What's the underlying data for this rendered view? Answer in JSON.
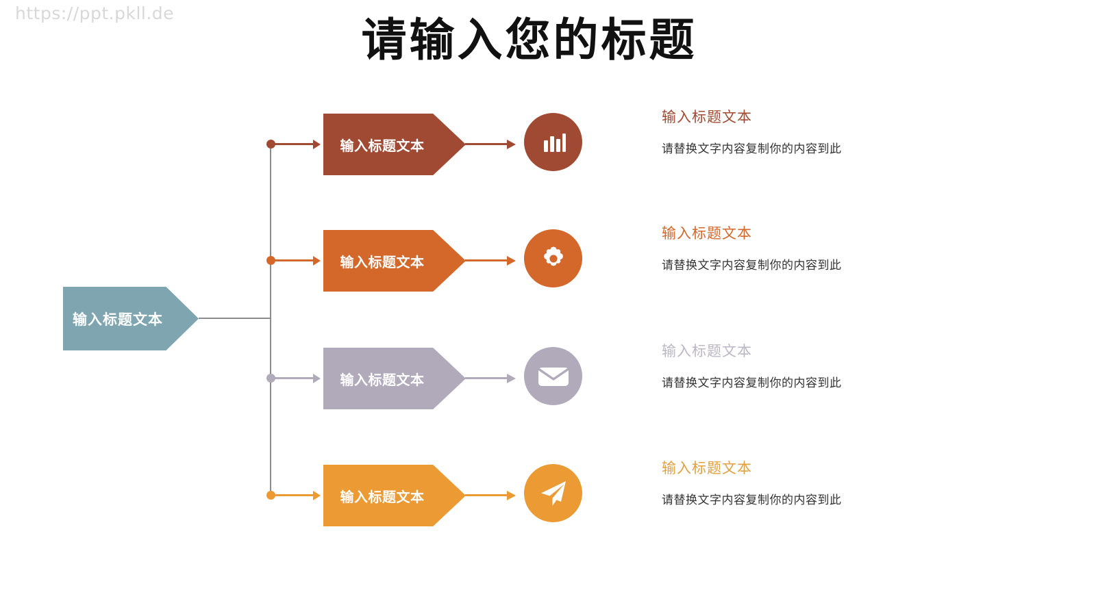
{
  "watermark": "https://ppt.pkll.de",
  "title": "请输入您的标题",
  "root": {
    "label": "输入标题文本",
    "color": "#7FA5B0"
  },
  "connector": {
    "trunk_color": "#8c8c8c"
  },
  "rows": [
    {
      "chevron_label": "输入标题文本",
      "icon": "bar-chart-icon",
      "heading": "输入标题文本",
      "body": "请替换文字内容复制你的内容到此",
      "color": "#A04A33",
      "heading_color": "#A04A33"
    },
    {
      "chevron_label": "输入标题文本",
      "icon": "gear-icon",
      "heading": "输入标题文本",
      "body": "请替换文字内容复制你的内容到此",
      "color": "#D4672A",
      "heading_color": "#D4672A"
    },
    {
      "chevron_label": "输入标题文本",
      "icon": "envelope-icon",
      "heading": "输入标题文本",
      "body": "请替换文字内容复制你的内容到此",
      "color": "#B0AABB",
      "heading_color": "#BCB7C4"
    },
    {
      "chevron_label": "输入标题文本",
      "icon": "send-icon",
      "heading": "输入标题文本",
      "body": "请替换文字内容复制你的内容到此",
      "color": "#EC9A33",
      "heading_color": "#E2A040"
    }
  ]
}
